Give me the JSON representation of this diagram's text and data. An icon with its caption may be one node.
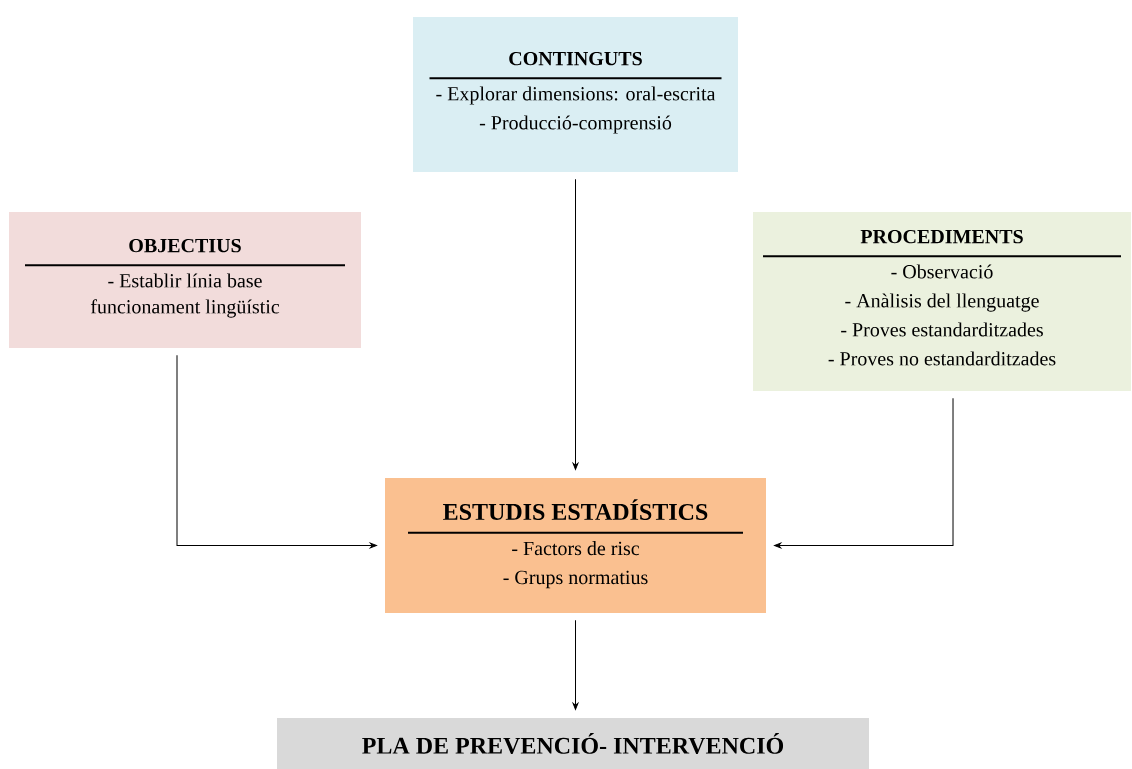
{
  "diagram": {
    "nodes": [
      {
        "text": [
          "CONTINGUTS",
          "- Explorar dimensions: oral-escrita",
          "- Producció-comprensió"
        ]
      },
      {
        "text": [
          "OBJECTIUS",
          "- Establir línia base funcionament lingüístic"
        ]
      },
      {
        "text": [
          "PROCEDIMENTS",
          "- Observació",
          "- Anàlisis del llenguatge",
          "- Proves estandarditzades",
          "- Proves no estandarditzades"
        ]
      },
      {
        "text": [
          "ESTUDIS ESTADÍSTICS",
          "- Factors de risc",
          "- Grups normatius"
        ]
      },
      {
        "text": [
          "PLA DE PREVENCIÓ- INTERVENCIÓ"
        ]
      }
    ],
    "edges": [
      {
        "from": 0,
        "to": 3,
        "arrow": "to"
      },
      {
        "from": 1,
        "to": 3,
        "arrow": "to"
      },
      {
        "from": 2,
        "to": 3,
        "arrow": "to"
      },
      {
        "from": 3,
        "to": 4,
        "arrow": "to"
      }
    ]
  }
}
